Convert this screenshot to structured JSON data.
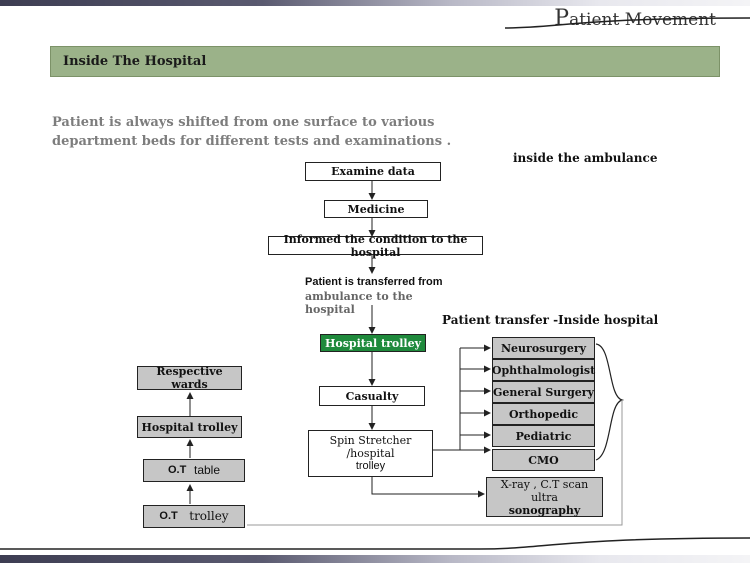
{
  "header": {
    "title_initial": "P",
    "title_rest": "atient Movement"
  },
  "section": {
    "title": "Inside The Hospital"
  },
  "intro": {
    "line1": "Patient is always shifted from one surface to various",
    "line2": "department beds for different tests and examinations ."
  },
  "ambulance": {
    "label": "inside the ambulance",
    "steps": [
      "Examine data",
      "Medicine",
      "Informed the condition to the hospital"
    ],
    "transfer_line1": "Patient is transferred from",
    "transfer_line2": "ambulance to the hospital"
  },
  "hospital": {
    "label": "Patient transfer -Inside  hospital",
    "trolley": "Hospital trolley",
    "casualty": "Casualty",
    "stretcher_line1": "Spin Stretcher /hospital",
    "stretcher_line2": "trolley",
    "departments": [
      "Neurosurgery",
      "Ophthalmologist",
      "General Surgery",
      "Orthopedic",
      "Pediatric",
      "CMO"
    ],
    "xray_line1": "X-ray , C.T scan ultra",
    "xray_line2": "sonography"
  },
  "left_flow": {
    "wards": "Respective wards",
    "trolley": "Hospital trolley",
    "ot_table_a": "O.T",
    "ot_table_b": "table",
    "ot_trolley_a": "O.T",
    "ot_trolley_b": "trolley"
  }
}
